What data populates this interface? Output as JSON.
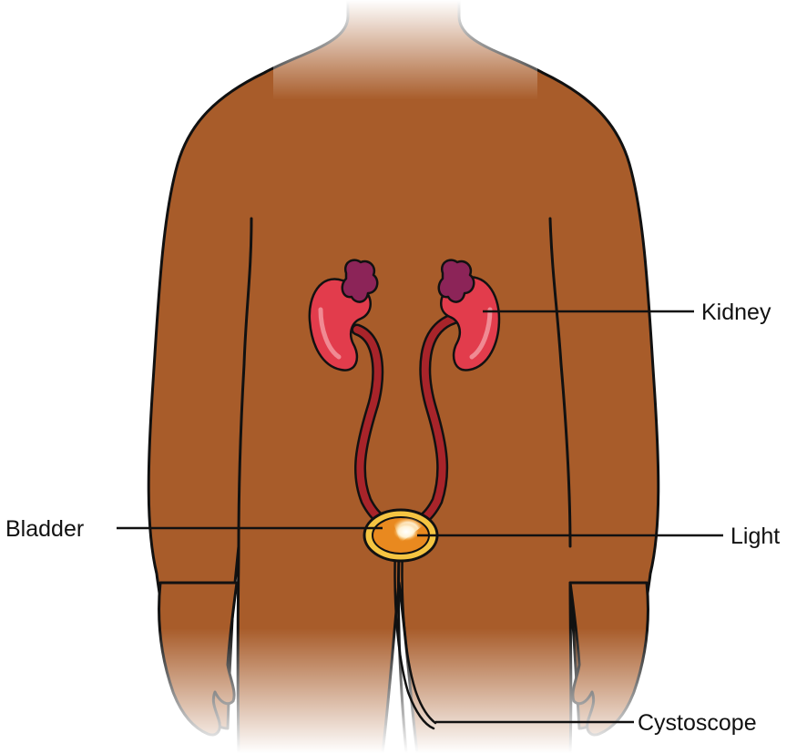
{
  "labels": {
    "kidney": "Kidney",
    "bladder": "Bladder",
    "light": "Light",
    "cystoscope": "Cystoscope"
  },
  "colors": {
    "skin": "#a85c2a",
    "outline": "#111111",
    "kidney": "#e23c4c",
    "kidney_highlight": "#f08a93",
    "adrenal_gland": "#8c2458",
    "ureter": "#a8242a",
    "bladder_fill": "#e9891f",
    "bladder_rim": "#f5c542",
    "light_glow": "#ffffff"
  }
}
